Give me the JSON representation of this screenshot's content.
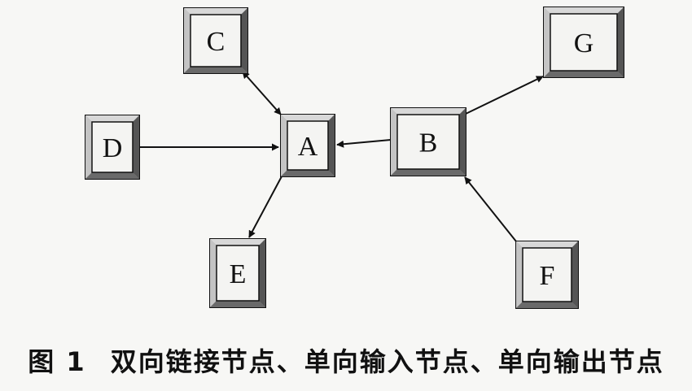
{
  "nodes": {
    "A": {
      "label": "A"
    },
    "B": {
      "label": "B"
    },
    "C": {
      "label": "C"
    },
    "D": {
      "label": "D"
    },
    "E": {
      "label": "E"
    },
    "F": {
      "label": "F"
    },
    "G": {
      "label": "G"
    }
  },
  "edges": [
    {
      "from": "C",
      "to": "A",
      "direction": "bidirectional"
    },
    {
      "from": "D",
      "to": "A",
      "direction": "forward"
    },
    {
      "from": "B",
      "to": "A",
      "direction": "forward"
    },
    {
      "from": "A",
      "to": "E",
      "direction": "forward"
    },
    {
      "from": "B",
      "to": "G",
      "direction": "forward"
    },
    {
      "from": "F",
      "to": "B",
      "direction": "forward"
    }
  ],
  "caption": {
    "figure_number": "图 1",
    "text": "双向链接节点、单向输入节点、单向输出节点"
  }
}
